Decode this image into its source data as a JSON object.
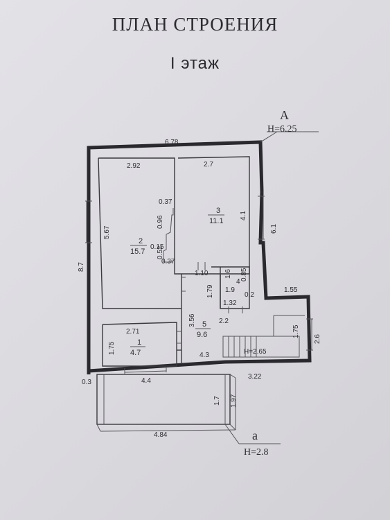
{
  "title": "ПЛАН СТРОЕНИЯ",
  "subtitle": "I этаж",
  "markers": {
    "top_letter": "A",
    "top_height": "H=6.25",
    "bottom_letter": "a",
    "bottom_height": "H=2.8"
  },
  "rooms": [
    {
      "number": "2",
      "area": "15.7"
    },
    {
      "number": "3",
      "area": "11.1"
    },
    {
      "number": "4",
      "area": "1.9"
    },
    {
      "number": "5",
      "area": "9.6"
    },
    {
      "number": "1",
      "area": "4.7"
    }
  ],
  "dimensions": {
    "total_width": "6.78",
    "room2_width": "2.92",
    "room3_width": "2.7",
    "room2_depth": "5.67",
    "room3_depth": "4.1",
    "right_wall": "6.1",
    "left_wall": "8.7",
    "step1": "0.37",
    "step2": "0.96",
    "step3": "0.15",
    "step4": "0.37",
    "step5": "0.52",
    "hall_top": "1.10",
    "hall_side": "1.79",
    "hall_depth": "3.56",
    "wc_a": "1.6",
    "wc_b": "0.85",
    "wc_c": "0.2",
    "wc_width": "1.32",
    "hall_mid": "2.2",
    "hall_bottom": "4.3",
    "stair_height": "H=2.65",
    "ledge": "1.55",
    "ledge_depth": "1.75",
    "side_right": "2.6",
    "room1_width": "2.71",
    "room1_depth": "1.75",
    "wall_thick": "0.3",
    "porch_top": "4.4",
    "porch_right": "3.22",
    "porch_depth_a": "1.7",
    "porch_depth_b": "1.97",
    "porch_width": "4.84"
  }
}
